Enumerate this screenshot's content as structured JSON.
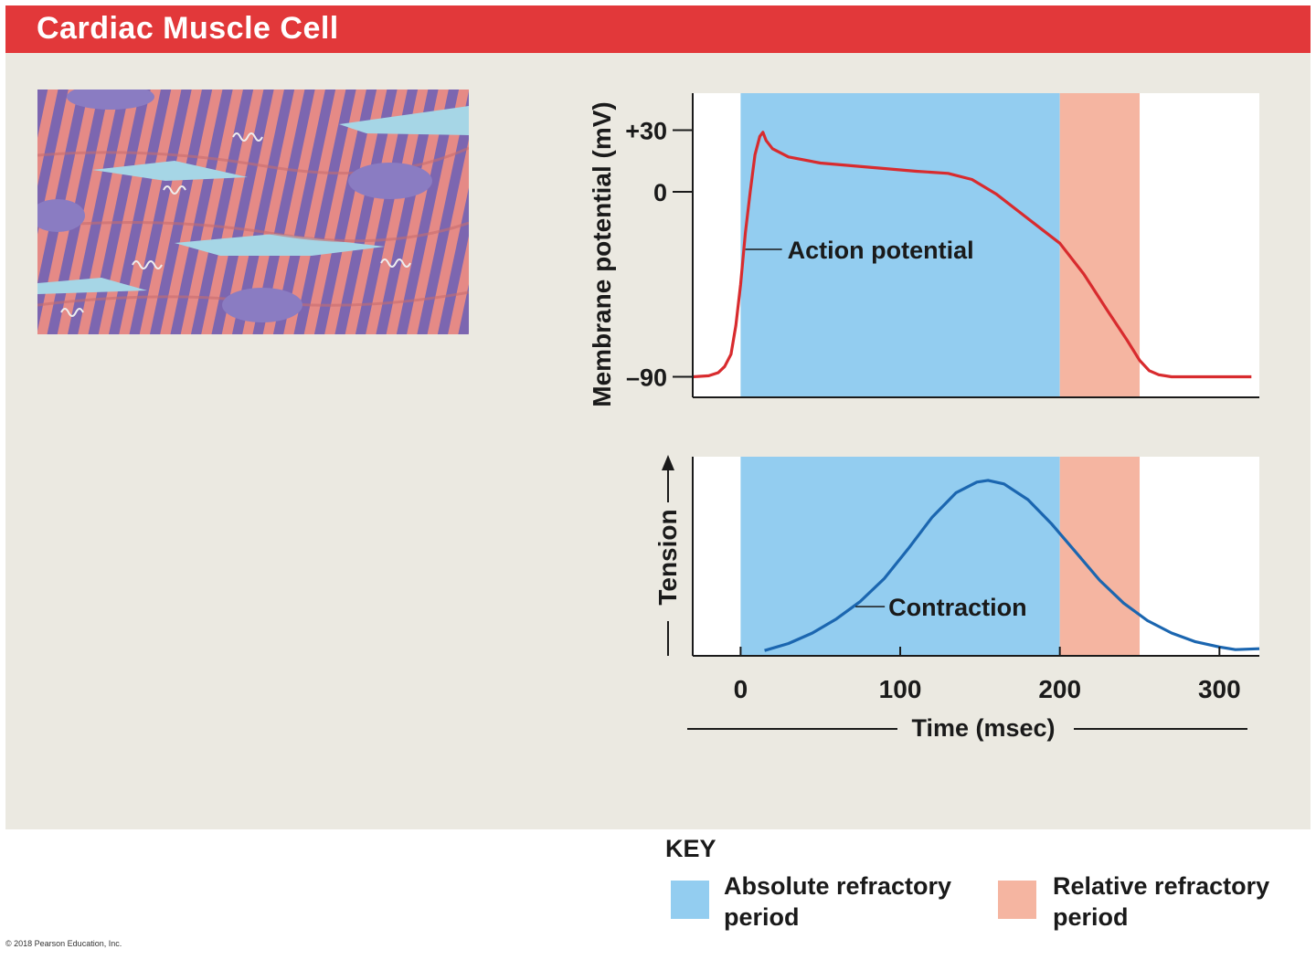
{
  "header": {
    "title": "Cardiac Muscle Cell"
  },
  "colors": {
    "absolute_refractory": "#93cdf0",
    "relative_refractory": "#f5b5a1",
    "action_potential_line": "#d82b2e",
    "contraction_line": "#1b66b0",
    "title_bar": "#e2383a"
  },
  "chart_data": [
    {
      "type": "line",
      "title": "",
      "xlabel": "Time (msec)",
      "ylabel": "Membrane potential (mV)",
      "xlim": [
        -30,
        325
      ],
      "ylim": [
        -100,
        48
      ],
      "y_ticks": [
        30,
        0,
        -90
      ],
      "y_tick_labels": [
        "+30",
        "0",
        "–90"
      ],
      "regions": [
        {
          "name": "Absolute refractory period",
          "from": 0,
          "to": 200,
          "color_key": "absolute_refractory"
        },
        {
          "name": "Relative refractory period",
          "from": 200,
          "to": 250,
          "color_key": "relative_refractory"
        }
      ],
      "series": [
        {
          "name": "Action potential",
          "x": [
            -30,
            -20,
            -14,
            -10,
            -6,
            -3,
            0,
            3,
            6,
            9,
            12,
            14,
            16,
            20,
            30,
            50,
            80,
            110,
            130,
            145,
            160,
            175,
            190,
            200,
            215,
            230,
            242,
            250,
            256,
            262,
            270,
            290,
            320
          ],
          "y": [
            -90,
            -89.5,
            -88,
            -85,
            -79,
            -65,
            -45,
            -20,
            0,
            18,
            27,
            29,
            25,
            21,
            17,
            14,
            12,
            10,
            9,
            6,
            -1,
            -10,
            -19,
            -25,
            -40,
            -58,
            -72,
            -82,
            -87,
            -89,
            -90,
            -90,
            -90
          ]
        }
      ],
      "annotation": {
        "text": "Action potential",
        "x": 3,
        "y": -28
      }
    },
    {
      "type": "line",
      "title": "",
      "xlabel": "Time (msec)",
      "ylabel": "Tension",
      "xlim": [
        -30,
        325
      ],
      "ylim": [
        0,
        1
      ],
      "x_ticks": [
        0,
        100,
        200,
        300
      ],
      "regions": [
        {
          "name": "Absolute refractory period",
          "from": 0,
          "to": 200,
          "color_key": "absolute_refractory"
        },
        {
          "name": "Relative refractory period",
          "from": 200,
          "to": 250,
          "color_key": "relative_refractory"
        }
      ],
      "series": [
        {
          "name": "Contraction",
          "x": [
            15,
            30,
            45,
            60,
            75,
            90,
            105,
            120,
            135,
            148,
            155,
            165,
            180,
            195,
            210,
            225,
            240,
            255,
            270,
            285,
            300,
            310,
            325
          ],
          "y": [
            0.02,
            0.06,
            0.12,
            0.2,
            0.3,
            0.43,
            0.6,
            0.78,
            0.92,
            0.98,
            0.99,
            0.97,
            0.88,
            0.74,
            0.58,
            0.42,
            0.29,
            0.19,
            0.12,
            0.07,
            0.04,
            0.025,
            0.03
          ]
        }
      ],
      "annotation": {
        "text": "Contraction",
        "x": 72,
        "y": 0.27
      }
    }
  ],
  "key": {
    "heading": "KEY",
    "items": [
      {
        "label_line1": "Absolute refractory",
        "label_line2": "period",
        "color_key": "absolute_refractory"
      },
      {
        "label_line1": "Relative refractory",
        "label_line2": "period",
        "color_key": "relative_refractory"
      }
    ]
  },
  "footer": {
    "copyright": "© 2018 Pearson Education, Inc."
  }
}
